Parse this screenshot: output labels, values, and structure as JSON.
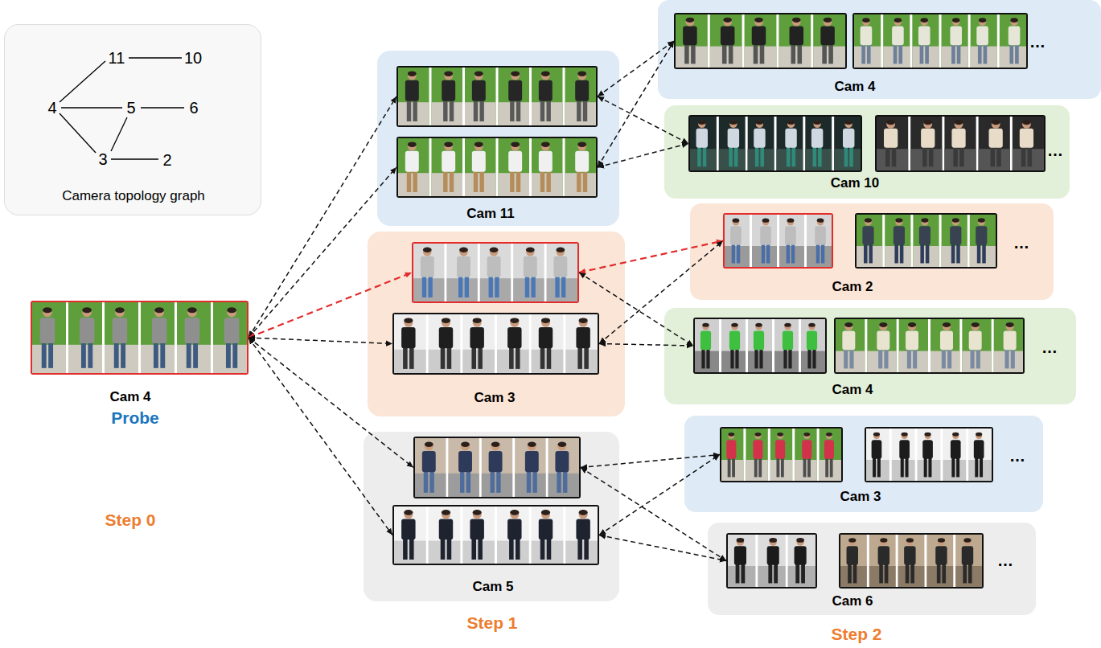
{
  "diagram": {
    "nodes": [
      {
        "text": [
          "Camera topology graph"
        ]
      },
      {
        "text": [
          "Cam 4"
        ]
      },
      {
        "text": [
          "Cam 11"
        ]
      },
      {
        "text": [],
        "in": 2
      },
      {
        "text": [],
        "in": 2
      },
      {
        "text": [
          "Cam 3"
        ]
      },
      {
        "text": [],
        "in": 5
      },
      {
        "text": [],
        "in": 5
      },
      {
        "text": [
          "Cam 5"
        ]
      },
      {
        "text": [],
        "in": 8
      },
      {
        "text": [],
        "in": 8
      },
      {
        "text": [
          "…",
          "Cam 4"
        ]
      },
      {
        "text": [],
        "in": 11
      },
      {
        "text": [],
        "in": 11
      },
      {
        "text": [
          "…",
          "Cam 10"
        ]
      },
      {
        "text": [],
        "in": 14
      },
      {
        "text": [],
        "in": 14
      },
      {
        "text": [
          "…",
          "Cam 2"
        ]
      },
      {
        "text": [],
        "in": 17
      },
      {
        "text": [],
        "in": 17
      },
      {
        "text": [
          "…",
          "Cam 4"
        ]
      },
      {
        "text": [],
        "in": 20
      },
      {
        "text": [],
        "in": 20
      },
      {
        "text": [
          "…",
          "Cam 3"
        ]
      },
      {
        "text": [],
        "in": 23
      },
      {
        "text": [],
        "in": 23
      },
      {
        "text": [
          "…",
          "Cam 6"
        ]
      },
      {
        "text": [],
        "in": 26
      },
      {
        "text": [],
        "in": 26
      }
    ],
    "edges": [
      {
        "from": 1,
        "to": 3,
        "arrow": "both"
      },
      {
        "from": 1,
        "to": 4,
        "arrow": "both"
      },
      {
        "from": 1,
        "to": 6,
        "arrow": "both"
      },
      {
        "from": 1,
        "to": 7,
        "arrow": "both"
      },
      {
        "from": 1,
        "to": 9,
        "arrow": "both"
      },
      {
        "from": 1,
        "to": 10,
        "arrow": "both"
      },
      {
        "from": 3,
        "to": 12,
        "arrow": "both"
      },
      {
        "from": 4,
        "to": 12,
        "arrow": "both"
      },
      {
        "from": 3,
        "to": 15,
        "arrow": "both"
      },
      {
        "from": 4,
        "to": 15,
        "arrow": "both"
      },
      {
        "from": 6,
        "to": 18,
        "arrow": "both"
      },
      {
        "from": 6,
        "to": 21,
        "arrow": "both"
      },
      {
        "from": 7,
        "to": 18,
        "arrow": "both"
      },
      {
        "from": 7,
        "to": 21,
        "arrow": "both"
      },
      {
        "from": 9,
        "to": 24,
        "arrow": "both"
      },
      {
        "from": 9,
        "to": 27,
        "arrow": "both"
      },
      {
        "from": 10,
        "to": 24,
        "arrow": "both"
      },
      {
        "from": 10,
        "to": 27,
        "arrow": "both"
      }
    ],
    "labels": [
      "11",
      "10",
      "4",
      "5",
      "6",
      "3",
      "2",
      "Probe",
      "Step 0",
      "Step 1",
      "Step 2"
    ]
  }
}
